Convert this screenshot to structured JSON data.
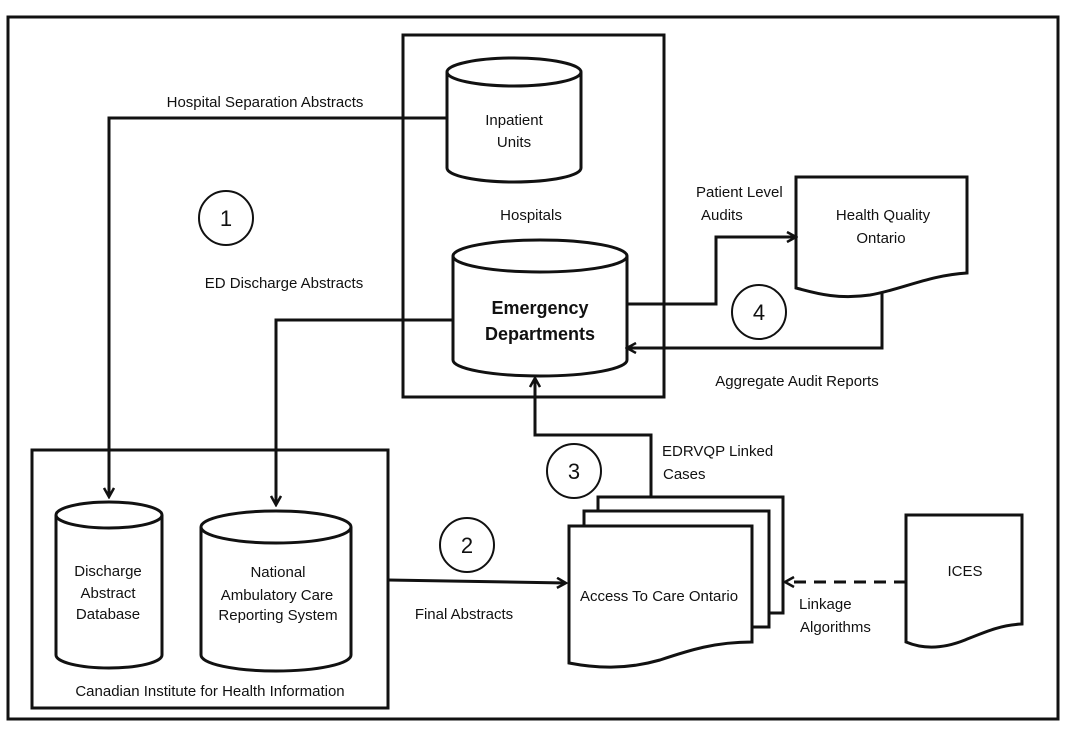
{
  "diagram": {
    "groups": {
      "hospitals": "Hospitals",
      "cihi": "Canadian Institute for Health Information"
    },
    "nodes": {
      "inpatient": [
        "Inpatient",
        "Units"
      ],
      "ed": [
        "Emergency",
        "Departments"
      ],
      "dad": [
        "Discharge",
        "Abstract",
        "Database"
      ],
      "nacrs": [
        "National",
        "Ambulatory Care",
        "Reporting  System"
      ],
      "hqo": [
        "Health Quality",
        "Ontario"
      ],
      "atc": "Access To Care Ontario",
      "ices": "ICES"
    },
    "edges": {
      "hospital_separation": "Hospital Separation Abstracts",
      "ed_discharge": "ED Discharge Abstracts",
      "patient_level": [
        "Patient Level",
        "Audits"
      ],
      "aggregate": "Aggregate Audit Reports",
      "edrvqp": [
        "EDRVQP Linked",
        "Cases"
      ],
      "final_abstracts": "Final Abstracts",
      "linkage": [
        "Linkage",
        "Algorithms"
      ]
    },
    "steps": [
      "1",
      "2",
      "3",
      "4"
    ]
  }
}
